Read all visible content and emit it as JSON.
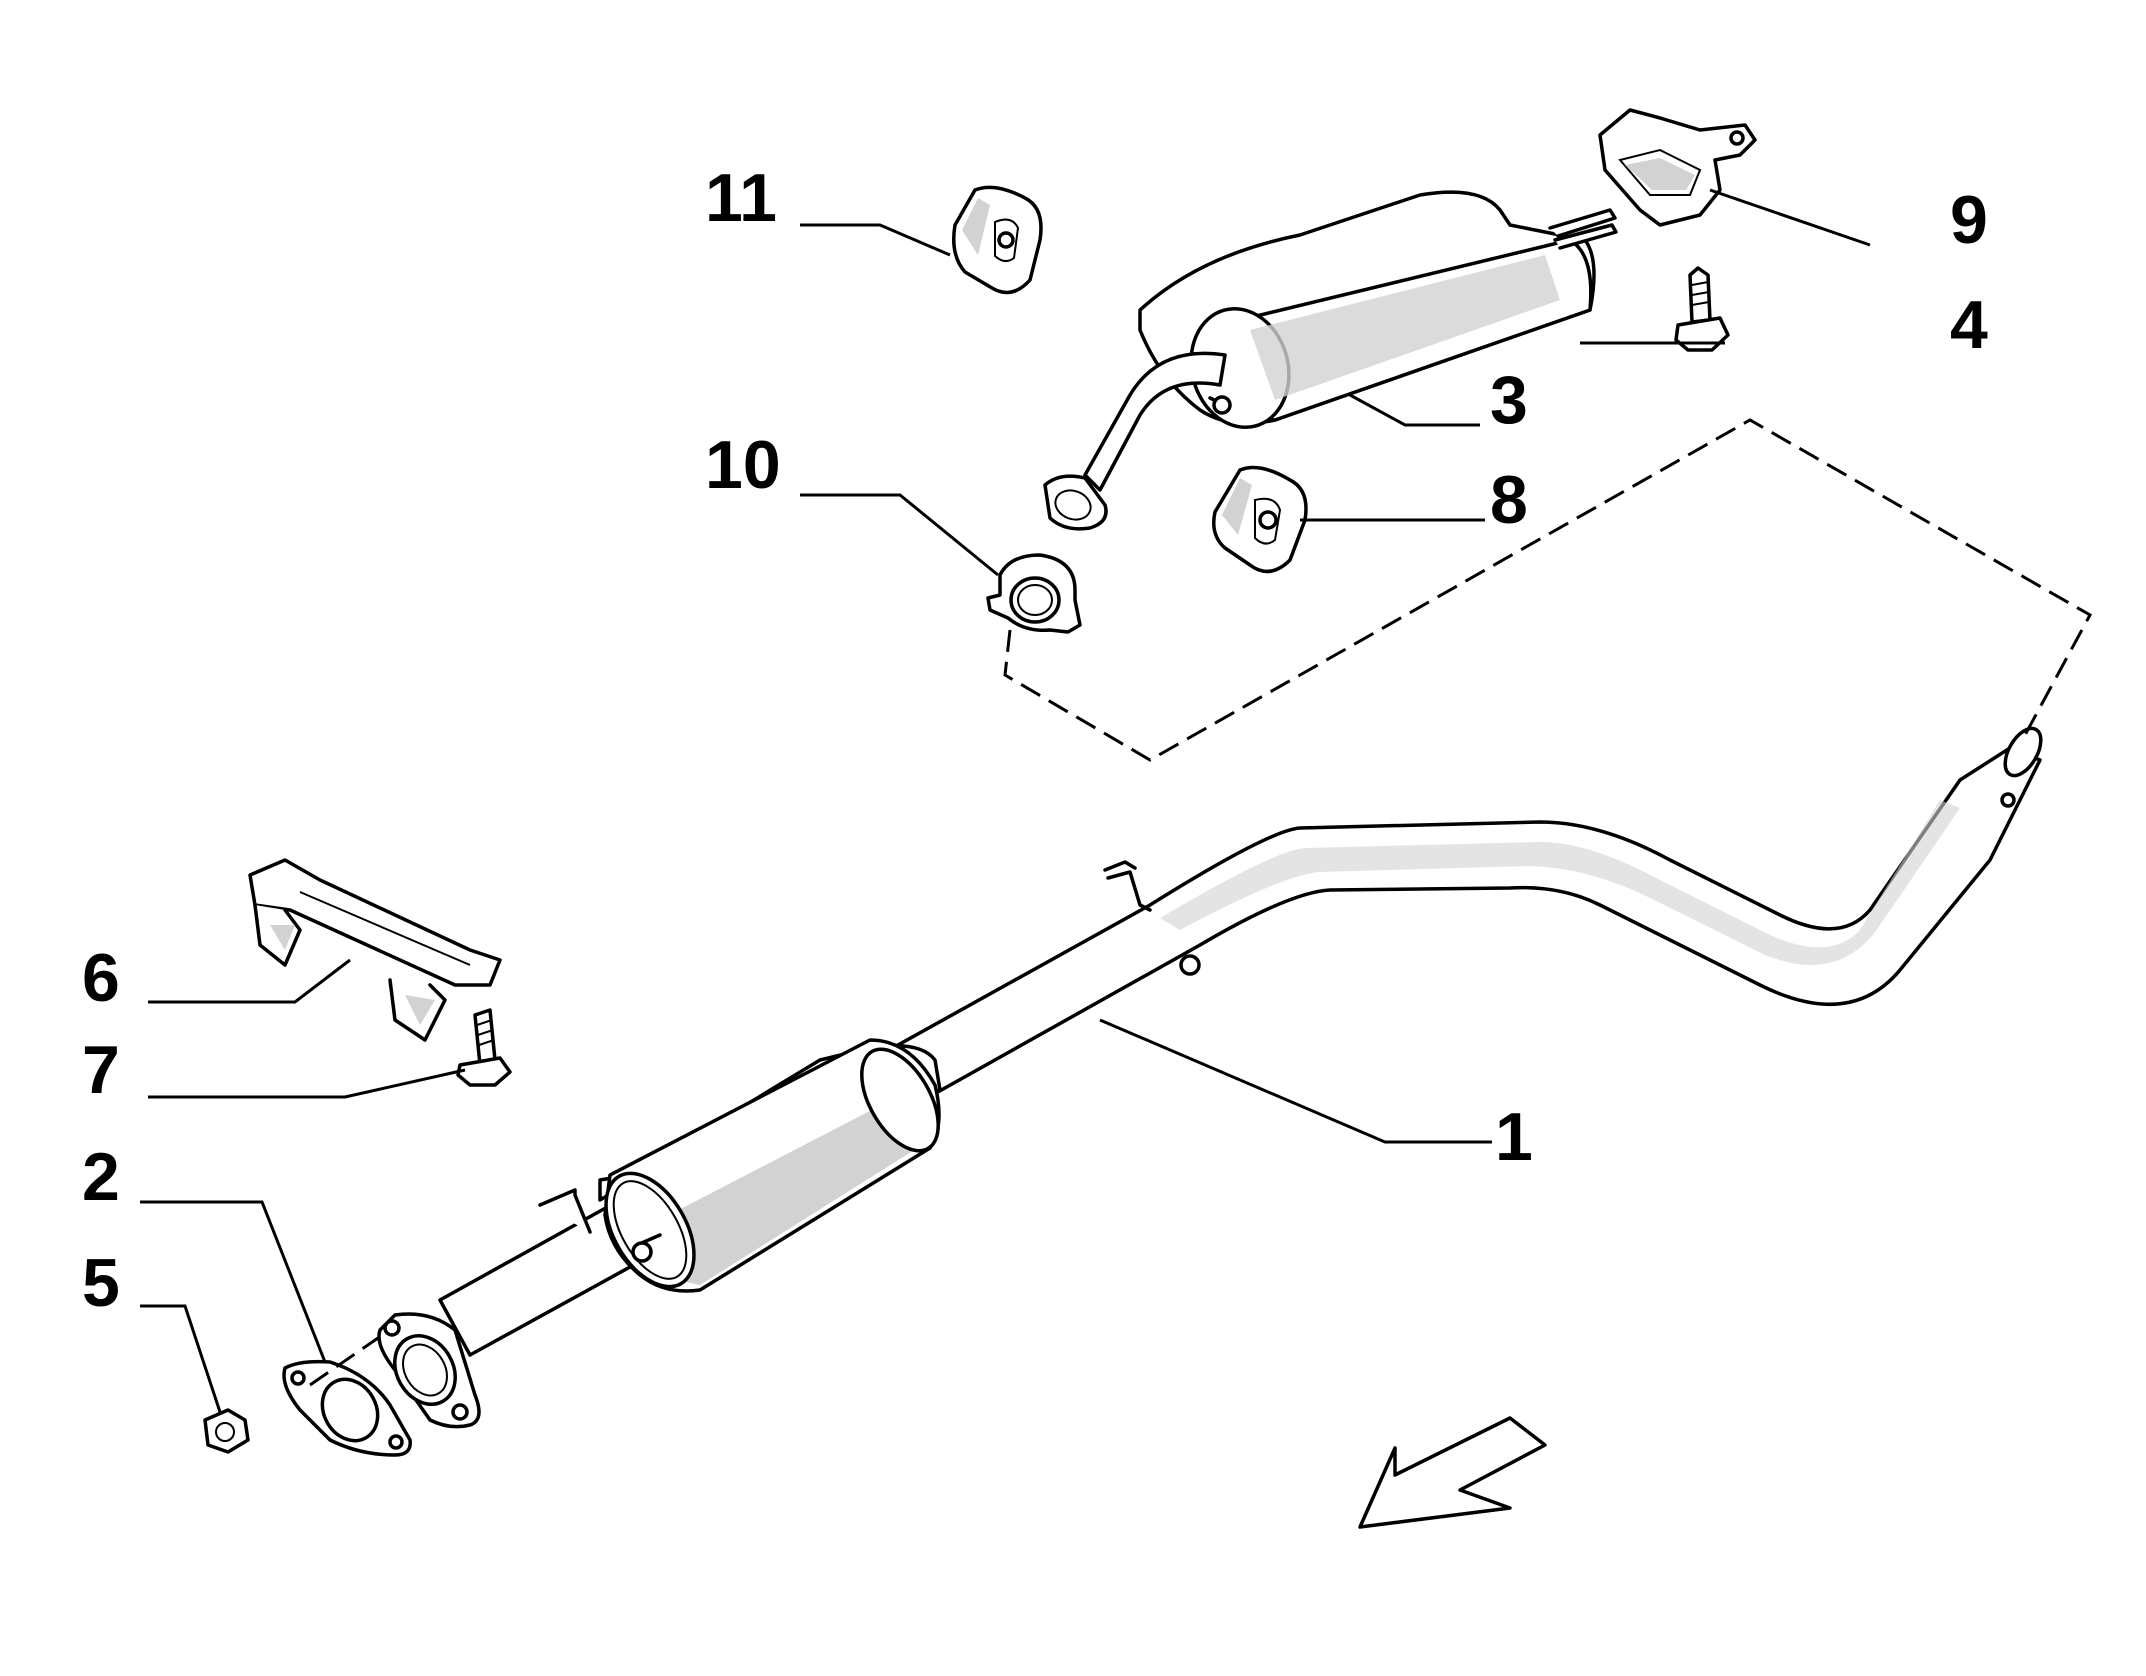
{
  "diagram": {
    "callouts": [
      {
        "id": "1",
        "text": "1"
      },
      {
        "id": "2",
        "text": "2"
      },
      {
        "id": "3",
        "text": "3"
      },
      {
        "id": "4",
        "text": "4"
      },
      {
        "id": "5",
        "text": "5"
      },
      {
        "id": "6",
        "text": "6"
      },
      {
        "id": "7",
        "text": "7"
      },
      {
        "id": "8",
        "text": "8"
      },
      {
        "id": "9",
        "text": "9"
      },
      {
        "id": "10",
        "text": "10"
      },
      {
        "id": "11",
        "text": "11"
      }
    ],
    "direction_icon": "arrow-front-icon",
    "line_color": "#000000",
    "background": "#ffffff"
  }
}
